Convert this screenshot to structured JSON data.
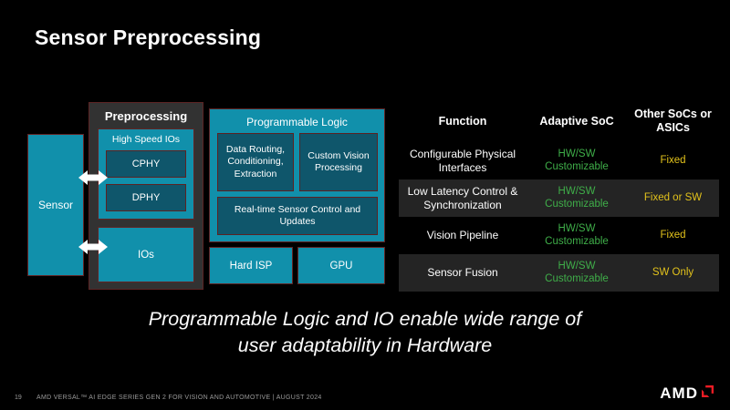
{
  "slide": {
    "title": "Sensor Preprocessing",
    "caption_line1": "Programmable Logic and IO enable wide range of",
    "caption_line2": "user adaptability in Hardware",
    "footer": {
      "page": "19",
      "text": "AMD VERSAL™ AI EDGE SERIES GEN 2 FOR VISION AND AUTOMOTIVE  |  AUGUST 2024",
      "logo": "AMD"
    }
  },
  "diagram": {
    "sensor_label": "Sensor",
    "preprocessing": {
      "title": "Preprocessing",
      "high_speed_ios": "High Speed IOs",
      "cphy": "CPHY",
      "dphy": "DPHY",
      "ios": "IOs"
    },
    "programmable_logic": {
      "title": "Programmable Logic",
      "data_routing": "Data Routing, Conditioning, Extraction",
      "custom_vision": "Custom Vision Processing",
      "realtime": "Real-time Sensor Control and Updates"
    },
    "hard_isp": "Hard ISP",
    "gpu": "GPU"
  },
  "table": {
    "headers": [
      "Function",
      "Adaptive SoC",
      "Other SoCs or ASICs"
    ],
    "rows": [
      {
        "function": "Configurable Physical Interfaces",
        "adaptive": "HW/SW Customizable",
        "other": "Fixed"
      },
      {
        "function": "Low Latency Control & Synchronization",
        "adaptive": "HW/SW Customizable",
        "other": "Fixed or SW"
      },
      {
        "function": "Vision Pipeline",
        "adaptive": "HW/SW Customizable",
        "other": "Fixed"
      },
      {
        "function": "Sensor Fusion",
        "adaptive": "HW/SW Customizable",
        "other": "SW Only"
      }
    ]
  },
  "colors": {
    "background": "#000000",
    "teal_box": "#1190ab",
    "inner_box": "#0f566b",
    "gray_panel": "#323232",
    "green_text": "#3fae49",
    "yellow_text": "#e2c21b",
    "amd_red": "#ED1C24"
  }
}
